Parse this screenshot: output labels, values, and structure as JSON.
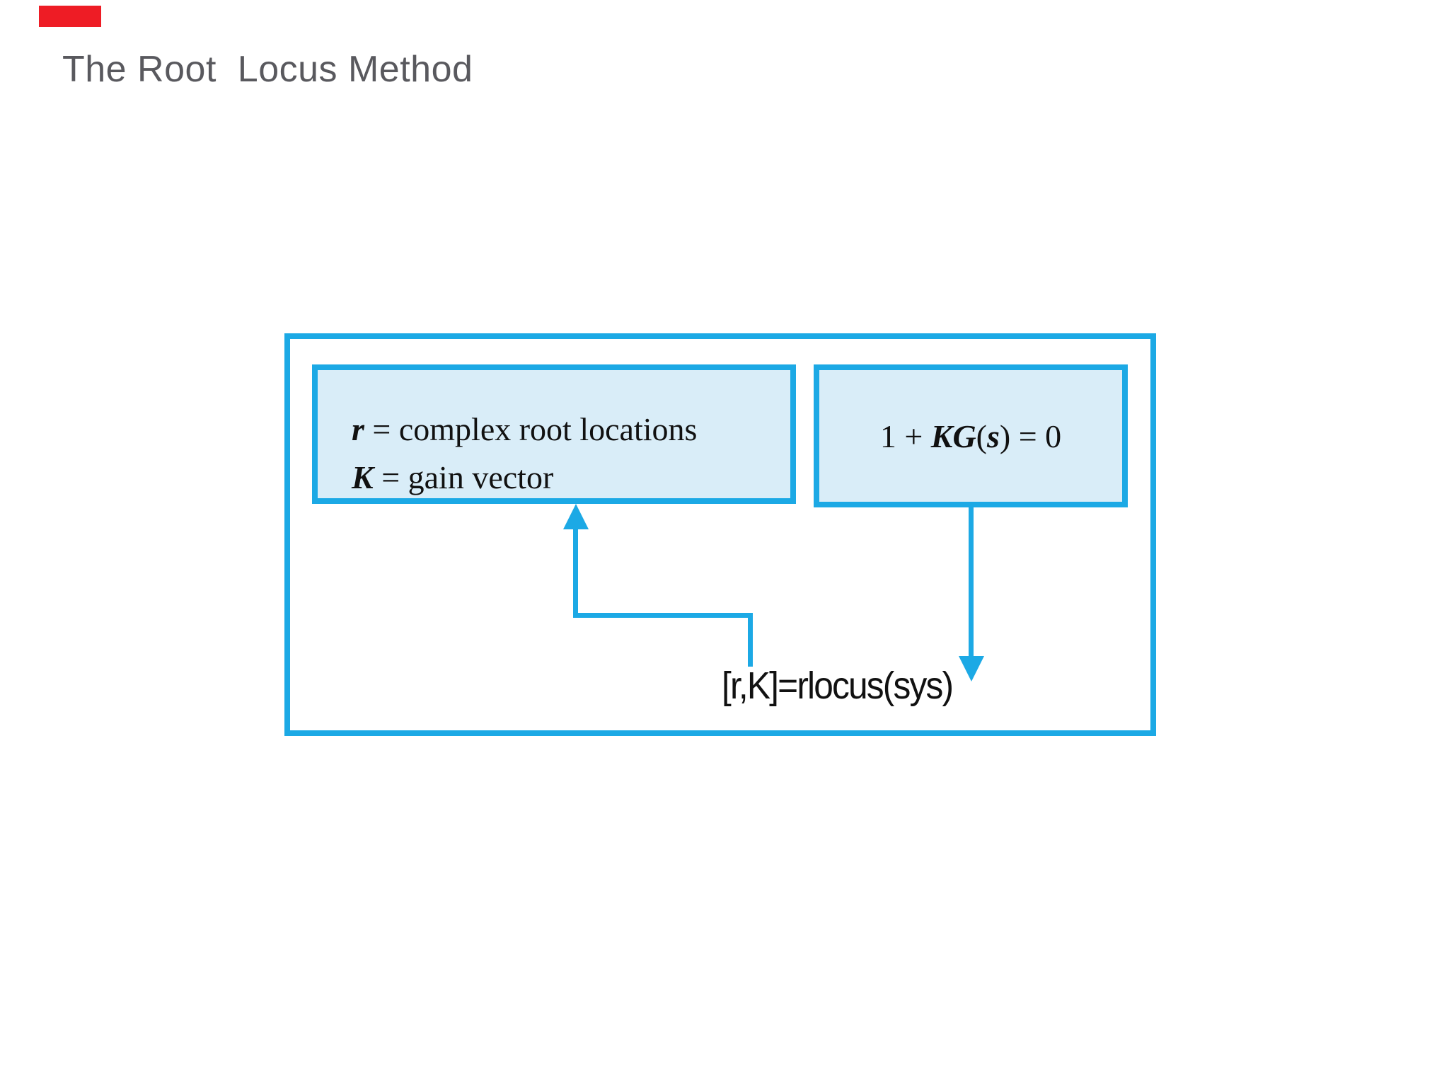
{
  "title": "The Root  Locus Method",
  "marker": {
    "color": "#ee1c25"
  },
  "diagram": {
    "border_color": "#1ca9e5",
    "box_fill": "#d9edf8",
    "left_box": {
      "lines": [
        {
          "var": "r",
          "rest": " = complex root locations"
        },
        {
          "var": "K",
          "rest": " = gain vector"
        }
      ]
    },
    "right_box": {
      "p1": "1 + ",
      "p2": "KG",
      "p3": "(",
      "p4": "s",
      "p5": ") = 0"
    },
    "code_label": "[r,K]=rlocus(sys)"
  }
}
